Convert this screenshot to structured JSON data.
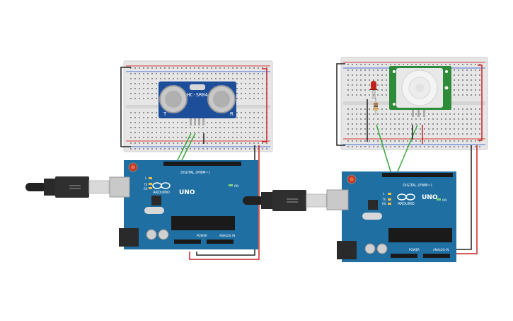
{
  "circuit_left": {
    "sensor": {
      "model": "HC-SR04",
      "pin_t": "T",
      "pin_r": "R"
    },
    "board": {
      "brand": "ARDUINO",
      "model": "UNO",
      "label_digital": "DIGITAL (PWM~)",
      "label_power": "POWER",
      "label_analog": "ANALOG IN",
      "label_on": "ON",
      "led_l": "L",
      "led_tx": "TX",
      "led_rx": "RX"
    }
  },
  "circuit_right": {
    "sensor": {
      "model": "PIR"
    },
    "board": {
      "brand": "ARDUINO",
      "model": "UNO",
      "label_digital": "DIGITAL (PWM~)",
      "label_power": "POWER",
      "label_analog": "ANALOG IN",
      "label_on": "ON",
      "led_l": "L",
      "led_tx": "TX",
      "led_rx": "RX"
    }
  },
  "colors": {
    "board_blue": "#1f6fa3",
    "breadboard": "#e6e6e6",
    "rail_red": "#d83a3a",
    "wire_green": "#3aa83a",
    "wire_black": "#222222",
    "wire_red": "#cc2222",
    "sensor_blue": "#1c4e9a",
    "pir_green": "#2e8b3a",
    "led_red": "#c0201a"
  },
  "icons": [
    "usb-cable-icon",
    "infinity-logo-icon"
  ]
}
